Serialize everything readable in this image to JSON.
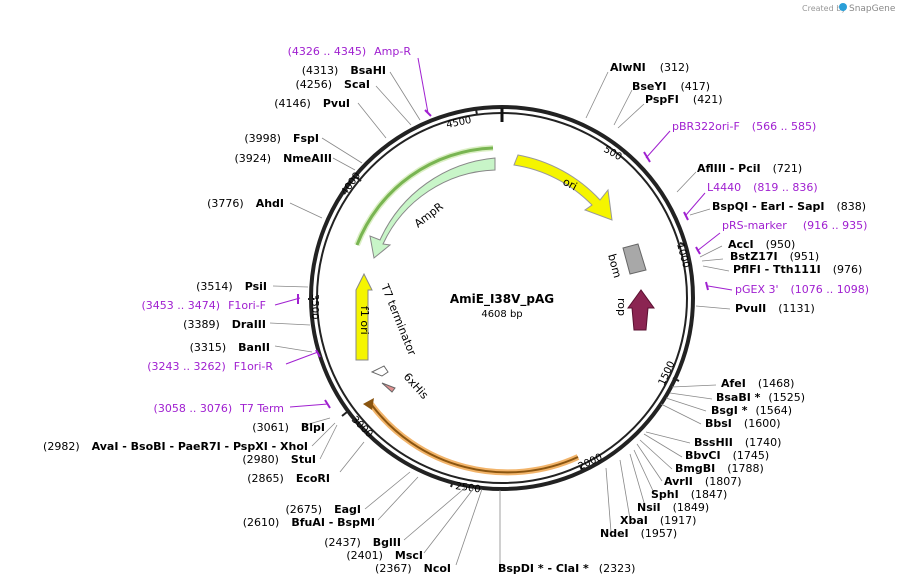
{
  "watermark": {
    "prefix": "Created by",
    "brand": "SnapGene"
  },
  "plasmid": {
    "name": "AmiE_I38V_pAG",
    "size": "4608 bp"
  },
  "ticks": [
    "500",
    "1000",
    "1500",
    "2000",
    "2500",
    "3000",
    "3500",
    "4000",
    "4500"
  ],
  "features": {
    "ori": "ori",
    "ampr": "AmpR",
    "f1ori": "f1 ori",
    "t7term": "T7 terminator",
    "his": "6xHis",
    "bom": "bom",
    "rop": "rop"
  },
  "sites": [
    {
      "name": "AlwNI",
      "pos": "(312)"
    },
    {
      "name": "BseYI",
      "pos": "(417)"
    },
    {
      "name": "PspFI",
      "pos": "(421)"
    },
    {
      "name": "pBR322ori-F",
      "pos": "(566 .. 585)"
    },
    {
      "name": "AflIII  - PciI",
      "pos": "(721)"
    },
    {
      "name": "L4440",
      "pos": "(819 .. 836)"
    },
    {
      "name": "BspQI  - EarI  - SapI",
      "pos": "(838)"
    },
    {
      "name": "pRS-marker",
      "pos": "(916 .. 935)"
    },
    {
      "name": "AccI",
      "pos": "(950)"
    },
    {
      "name": "BstZ17I",
      "pos": "(951)"
    },
    {
      "name": "PflFI  - Tth111I",
      "pos": "(976)"
    },
    {
      "name": "pGEX 3'",
      "pos": "(1076 .. 1098)"
    },
    {
      "name": "PvuII",
      "pos": "(1131)"
    },
    {
      "name": "AfeI",
      "pos": "(1468)"
    },
    {
      "name": "BsaBI *",
      "pos": "(1525)"
    },
    {
      "name": "BsgI *",
      "pos": "(1564)"
    },
    {
      "name": "BbsI",
      "pos": "(1600)"
    },
    {
      "name": "BssHII",
      "pos": "(1740)"
    },
    {
      "name": "BbvCI",
      "pos": "(1745)"
    },
    {
      "name": "BmgBI",
      "pos": "(1788)"
    },
    {
      "name": "AvrII",
      "pos": "(1807)"
    },
    {
      "name": "SphI",
      "pos": "(1847)"
    },
    {
      "name": "NsiI",
      "pos": "(1849)"
    },
    {
      "name": "XbaI",
      "pos": "(1917)"
    },
    {
      "name": "NdeI",
      "pos": "(1957)"
    },
    {
      "name": "BspDI *  - ClaI *",
      "pos": "(2323)"
    },
    {
      "name": "NcoI",
      "pos": "(2367)"
    },
    {
      "name": "MscI",
      "pos": "(2401)"
    },
    {
      "name": "BglII",
      "pos": "(2437)"
    },
    {
      "name": "BfuAI  - BspMI",
      "pos": "(2610)"
    },
    {
      "name": "EagI",
      "pos": "(2675)"
    },
    {
      "name": "EcoRI",
      "pos": "(2865)"
    },
    {
      "name": "StuI",
      "pos": "(2980)"
    },
    {
      "name": "AvaI  - BsoBI  - PaeR7I  - PspXI  - XhoI",
      "pos": "(2982)"
    },
    {
      "name": "BlpI",
      "pos": "(3061)"
    },
    {
      "name": "T7 Term",
      "pos": "(3058 .. 3076)"
    },
    {
      "name": "F1ori-R",
      "pos": "(3243 .. 3262)"
    },
    {
      "name": "BanII",
      "pos": "(3315)"
    },
    {
      "name": "DraIII",
      "pos": "(3389)"
    },
    {
      "name": "F1ori-F",
      "pos": "(3453 .. 3474)"
    },
    {
      "name": "PsiI",
      "pos": "(3514)"
    },
    {
      "name": "AhdI",
      "pos": "(3776)"
    },
    {
      "name": "NmeAIII",
      "pos": "(3924)"
    },
    {
      "name": "FspI",
      "pos": "(3998)"
    },
    {
      "name": "PvuI",
      "pos": "(4146)"
    },
    {
      "name": "ScaI",
      "pos": "(4256)"
    },
    {
      "name": "BsaHI",
      "pos": "(4313)"
    },
    {
      "name": "Amp-R",
      "pos": "(4326 .. 4345)"
    }
  ]
}
